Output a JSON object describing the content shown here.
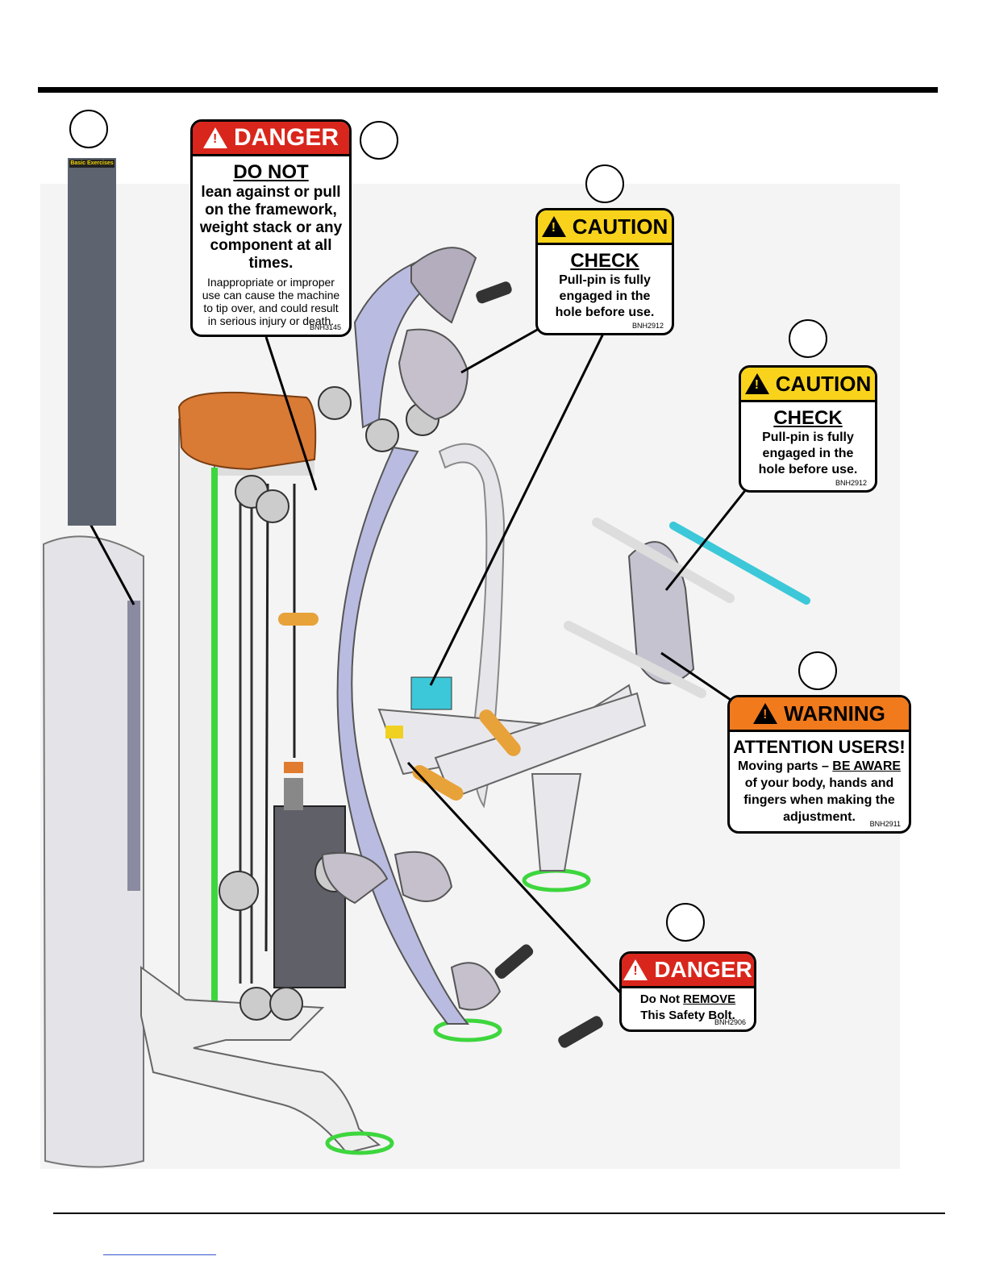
{
  "labels": {
    "danger_top": {
      "header": "DANGER",
      "heading": "DO NOT",
      "body": "lean against or pull on the framework, weight stack or any component at all times.",
      "note": "Inappropriate or improper use can cause the machine to tip over, and could result in serious injury or death.",
      "code": "BNH3145"
    },
    "caution_1": {
      "header": "CAUTION",
      "heading": "CHECK",
      "body": "Pull-pin is fully engaged in the hole before use.",
      "code": "BNH2912"
    },
    "caution_2": {
      "header": "CAUTION",
      "heading": "CHECK",
      "body": "Pull-pin is fully engaged in the hole before use.",
      "code": "BNH2912"
    },
    "warning": {
      "header": "WARNING",
      "heading": "ATTENTION USERS!",
      "body_a": "Moving parts – ",
      "body_b": "BE AWARE",
      "body_c": "of your body, hands and fingers when making the adjustment.",
      "code": "BNH2911"
    },
    "danger_bottom": {
      "header": "DANGER",
      "line1_a": "Do Not ",
      "line1_b": "REMOVE",
      "line2": "This Safety Bolt.",
      "code": "BNH2906"
    }
  },
  "exercise_chart": {
    "title": "Basic Exercises"
  },
  "colors": {
    "danger": "#d9261c",
    "caution": "#f9d31b",
    "warning": "#f07a1c",
    "frame": "#e8e8ec",
    "arm": "#b9bbe0",
    "accent_orange": "#e88a3c",
    "accent_green": "#3dd63d",
    "accent_cyan": "#3cc8d8"
  }
}
